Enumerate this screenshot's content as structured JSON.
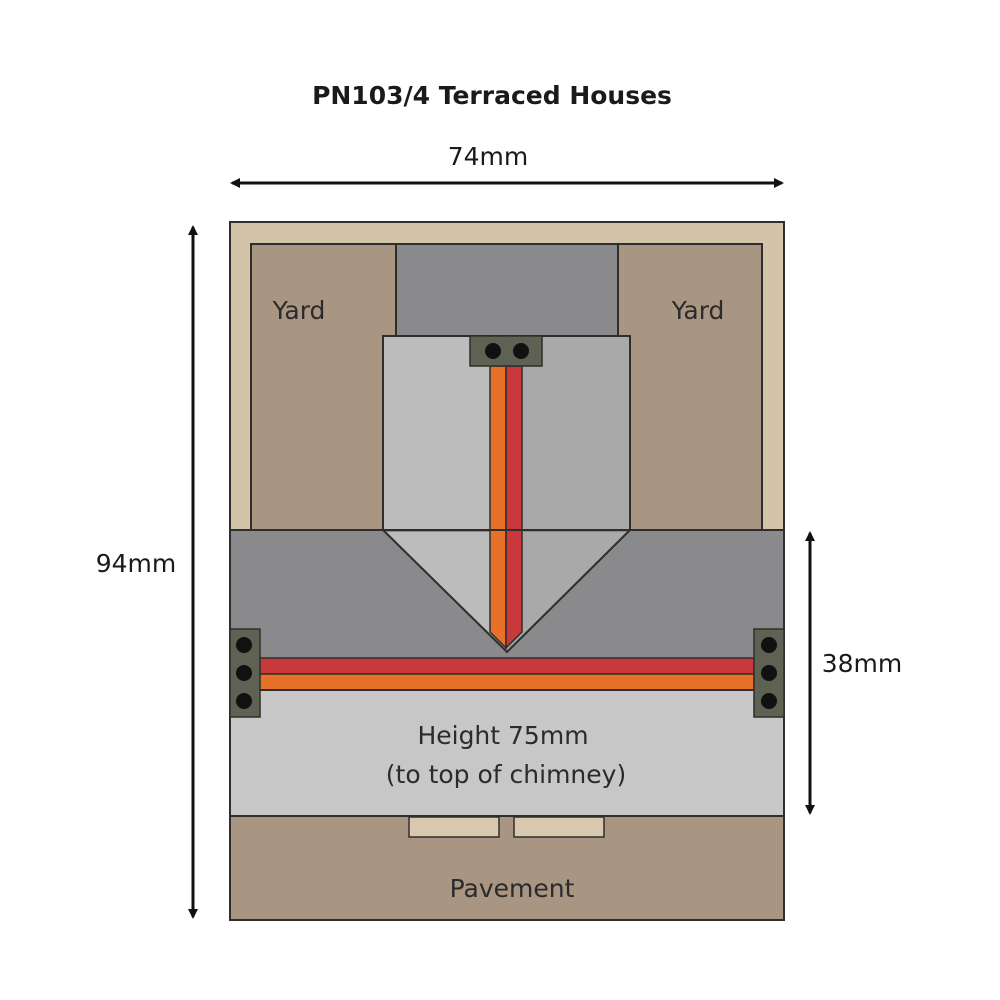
{
  "title": "PN103/4 Terraced Houses",
  "dimensions": {
    "width": "74mm",
    "depth": "94mm",
    "front": "38mm"
  },
  "labels": {
    "yard_left": "Yard",
    "yard_right": "Yard",
    "height_line1": "Height 75mm",
    "height_line2": "(to top of chimney)",
    "pavement": "Pavement"
  },
  "colors": {
    "base": "#d3c3a8",
    "yard": "#a89582",
    "roof_dark": "#8a8a8c",
    "roof_light": "#b6b6b8",
    "rear_roof": "#b3b3b3",
    "front_wall": "#c7c7c7",
    "pavement": "#a89582",
    "ridge_red": "#c9383a",
    "ridge_orange": "#e8712a",
    "chimney_pot": "#5e6253",
    "door_step": "#d8c9ae"
  }
}
